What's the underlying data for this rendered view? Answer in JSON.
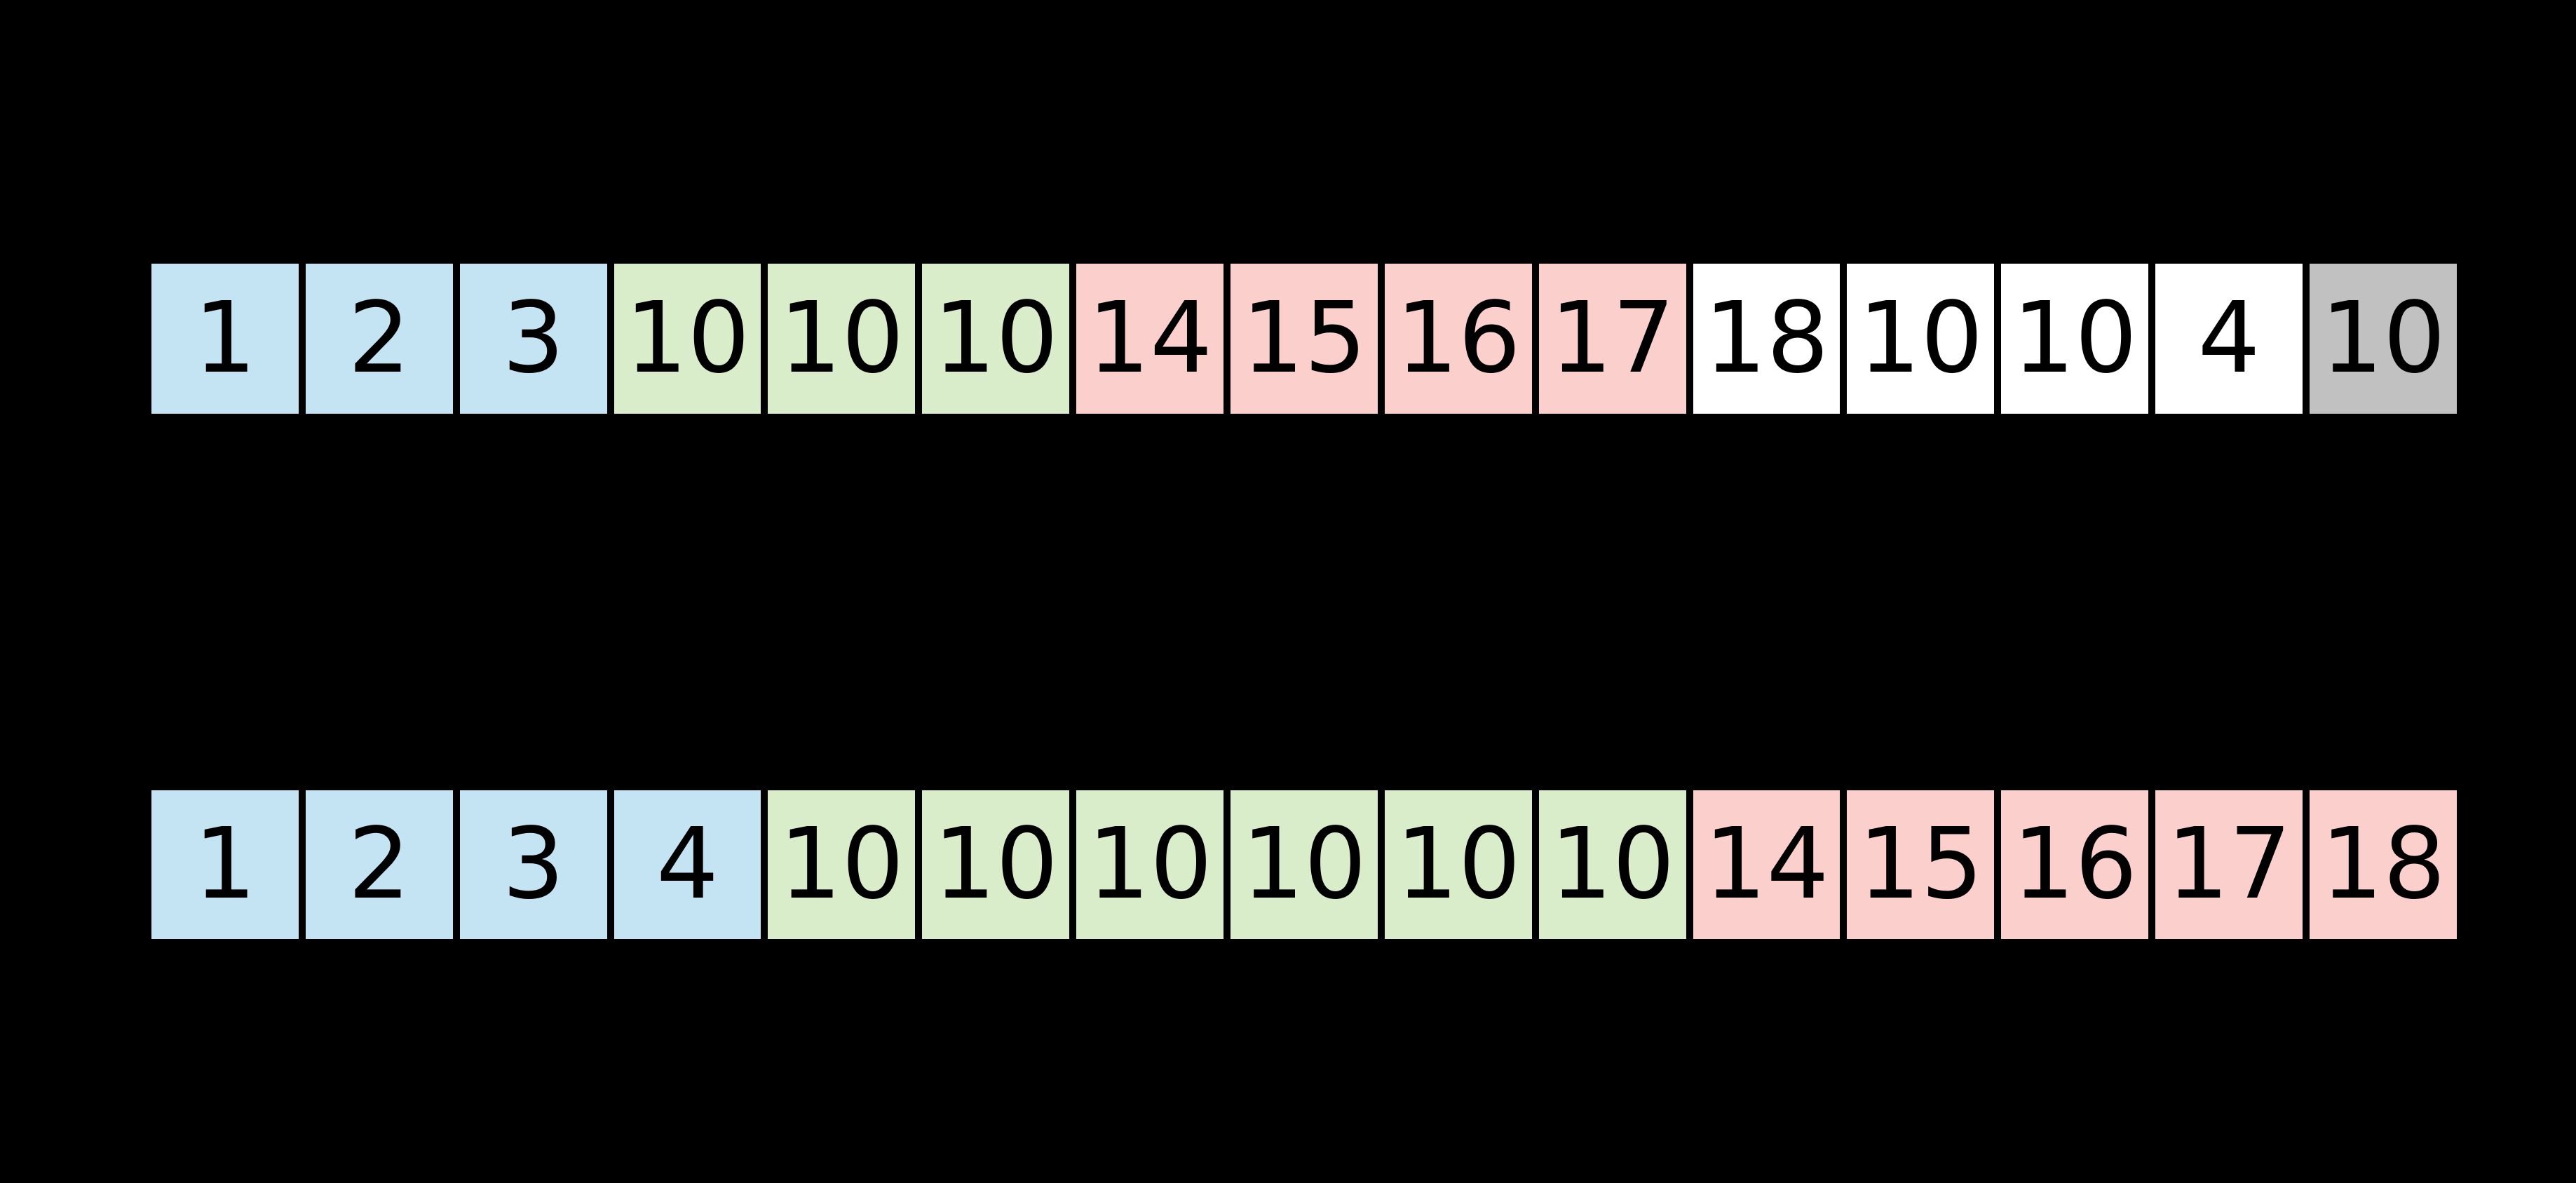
{
  "diagram": {
    "background": "#000000",
    "text_color": "#000000",
    "palette": {
      "blue": "#c4e3f3",
      "green": "#d9edca",
      "pink": "#fbcfcb",
      "white": "#ffffff",
      "gray": "#c1c1c1"
    },
    "rows": [
      {
        "id": "top-array",
        "cells": [
          {
            "value": "1",
            "color": "blue"
          },
          {
            "value": "2",
            "color": "blue"
          },
          {
            "value": "3",
            "color": "blue"
          },
          {
            "value": "10",
            "color": "green"
          },
          {
            "value": "10",
            "color": "green"
          },
          {
            "value": "10",
            "color": "green"
          },
          {
            "value": "14",
            "color": "pink"
          },
          {
            "value": "15",
            "color": "pink"
          },
          {
            "value": "16",
            "color": "pink"
          },
          {
            "value": "17",
            "color": "pink"
          },
          {
            "value": "18",
            "color": "white"
          },
          {
            "value": "10",
            "color": "white"
          },
          {
            "value": "10",
            "color": "white"
          },
          {
            "value": "4",
            "color": "white"
          },
          {
            "value": "10",
            "color": "gray"
          }
        ]
      },
      {
        "id": "bottom-array",
        "cells": [
          {
            "value": "1",
            "color": "blue"
          },
          {
            "value": "2",
            "color": "blue"
          },
          {
            "value": "3",
            "color": "blue"
          },
          {
            "value": "4",
            "color": "blue"
          },
          {
            "value": "10",
            "color": "green"
          },
          {
            "value": "10",
            "color": "green"
          },
          {
            "value": "10",
            "color": "green"
          },
          {
            "value": "10",
            "color": "green"
          },
          {
            "value": "10",
            "color": "green"
          },
          {
            "value": "10",
            "color": "green"
          },
          {
            "value": "14",
            "color": "pink"
          },
          {
            "value": "15",
            "color": "pink"
          },
          {
            "value": "16",
            "color": "pink"
          },
          {
            "value": "17",
            "color": "pink"
          },
          {
            "value": "18",
            "color": "pink"
          }
        ]
      }
    ]
  }
}
